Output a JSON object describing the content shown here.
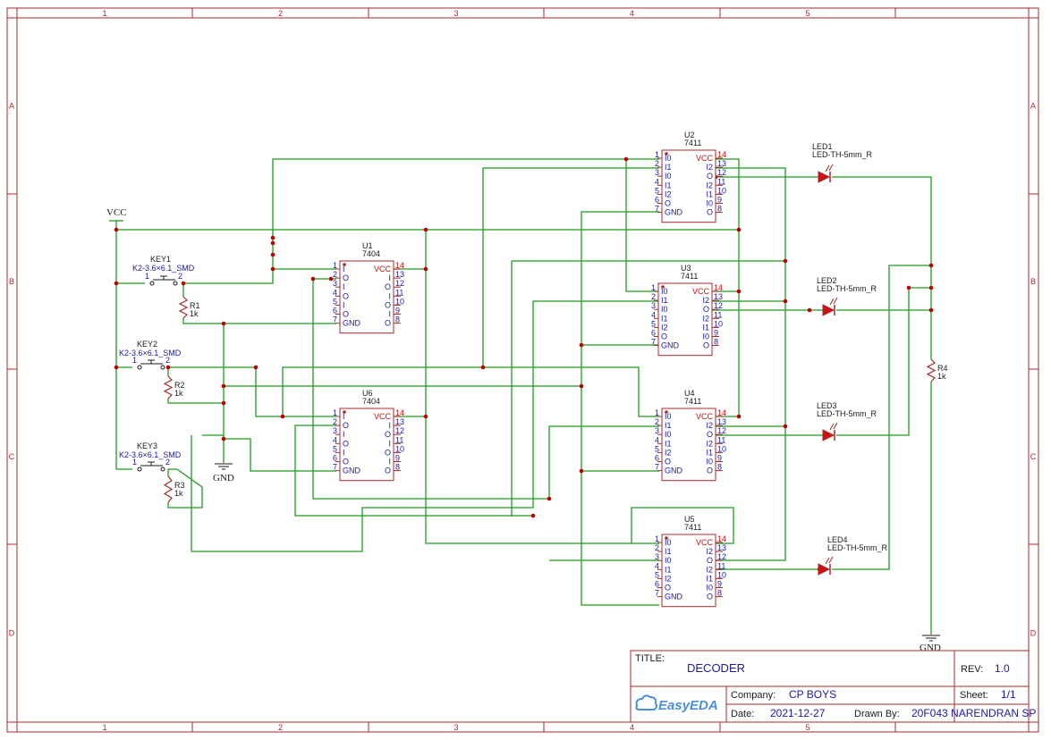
{
  "frame": {
    "zone_columns": [
      "1",
      "2",
      "3",
      "4",
      "5"
    ],
    "zone_rows": [
      "A",
      "B",
      "C",
      "D"
    ]
  },
  "nets": {
    "vcc": "VCC",
    "gnd": "GND"
  },
  "switches": [
    {
      "ref": "KEY1",
      "value": "K2-3.6×6.1_SMD",
      "pin1": "1",
      "pin2": "2"
    },
    {
      "ref": "KEY2",
      "value": "K2-3.6×6.1_SMD",
      "pin1": "1",
      "pin2": "2"
    },
    {
      "ref": "KEY3",
      "value": "K2-3.6×6.1_SMD",
      "pin1": "1",
      "pin2": "2"
    }
  ],
  "resistors": [
    {
      "ref": "R1",
      "value": "1k"
    },
    {
      "ref": "R2",
      "value": "1k"
    },
    {
      "ref": "R3",
      "value": "1k"
    },
    {
      "ref": "R4",
      "value": "1k"
    }
  ],
  "chips": [
    {
      "ref": "U1",
      "part": "7404",
      "left_pins": [
        "1",
        "2",
        "3",
        "4",
        "5",
        "6",
        "7"
      ],
      "left_names": [
        "I",
        "O",
        "I",
        "O",
        "I",
        "O",
        "GND"
      ],
      "right_pins": [
        "14",
        "13",
        "12",
        "11",
        "10",
        "9",
        "8"
      ],
      "right_names": [
        "VCC",
        "I",
        "O",
        "I",
        "O",
        "I",
        "O"
      ]
    },
    {
      "ref": "U6",
      "part": "7404",
      "left_pins": [
        "1",
        "2",
        "3",
        "4",
        "5",
        "6",
        "7"
      ],
      "left_names": [
        "I",
        "O",
        "I",
        "O",
        "I",
        "O",
        "GND"
      ],
      "right_pins": [
        "14",
        "13",
        "12",
        "11",
        "10",
        "9",
        "8"
      ],
      "right_names": [
        "VCC",
        "I",
        "O",
        "I",
        "O",
        "I",
        "O"
      ]
    },
    {
      "ref": "U2",
      "part": "7411",
      "left_pins": [
        "1",
        "2",
        "3",
        "4",
        "5",
        "6",
        "7"
      ],
      "left_names": [
        "I0",
        "I1",
        "I0",
        "I1",
        "I2",
        "O",
        "GND"
      ],
      "right_pins": [
        "14",
        "13",
        "12",
        "11",
        "10",
        "9",
        "8"
      ],
      "right_names": [
        "VCC",
        "I2",
        "O",
        "I2",
        "I1",
        "I0",
        "O"
      ]
    },
    {
      "ref": "U3",
      "part": "7411",
      "left_pins": [
        "1",
        "2",
        "3",
        "4",
        "5",
        "6",
        "7"
      ],
      "left_names": [
        "I0",
        "I1",
        "I0",
        "I1",
        "I2",
        "O",
        "GND"
      ],
      "right_pins": [
        "14",
        "13",
        "12",
        "11",
        "10",
        "9",
        "8"
      ],
      "right_names": [
        "VCC",
        "I2",
        "O",
        "I2",
        "I1",
        "I0",
        "O"
      ]
    },
    {
      "ref": "U4",
      "part": "7411",
      "left_pins": [
        "1",
        "2",
        "3",
        "4",
        "5",
        "6",
        "7"
      ],
      "left_names": [
        "I0",
        "I1",
        "I0",
        "I1",
        "I2",
        "O",
        "GND"
      ],
      "right_pins": [
        "14",
        "13",
        "12",
        "11",
        "10",
        "9",
        "8"
      ],
      "right_names": [
        "VCC",
        "I2",
        "O",
        "I2",
        "I1",
        "I0",
        "O"
      ]
    },
    {
      "ref": "U5",
      "part": "7411",
      "left_pins": [
        "1",
        "2",
        "3",
        "4",
        "5",
        "6",
        "7"
      ],
      "left_names": [
        "I0",
        "I1",
        "I0",
        "I1",
        "I2",
        "O",
        "GND"
      ],
      "right_pins": [
        "14",
        "13",
        "12",
        "11",
        "10",
        "9",
        "8"
      ],
      "right_names": [
        "VCC",
        "I2",
        "O",
        "I2",
        "I1",
        "I0",
        "O"
      ]
    }
  ],
  "leds": [
    {
      "ref": "LED1",
      "value": "LED-TH-5mm_R"
    },
    {
      "ref": "LED2",
      "value": "LED-TH-5mm_R"
    },
    {
      "ref": "LED3",
      "value": "LED-TH-5mm_R"
    },
    {
      "ref": "LED4",
      "value": "LED-TH-5mm_R"
    }
  ],
  "title_block": {
    "title_label": "TITLE:",
    "title": "DECODER",
    "rev_label": "REV:",
    "rev": "1.0",
    "logo": "EasyEDA",
    "company_label": "Company:",
    "company": "CP BOYS",
    "sheet_label": "Sheet:",
    "sheet": "1/1",
    "date_label": "Date:",
    "date": "2021-12-27",
    "drawn_label": "Drawn By:",
    "drawn_by": "20F043 NARENDRAN SP"
  },
  "colors": {
    "wire": "#1f9b1f",
    "junction": "#c00000",
    "component": "#a52a2a",
    "label_blue": "#1a1aa0",
    "vcc_pin_red": "#d01010"
  }
}
